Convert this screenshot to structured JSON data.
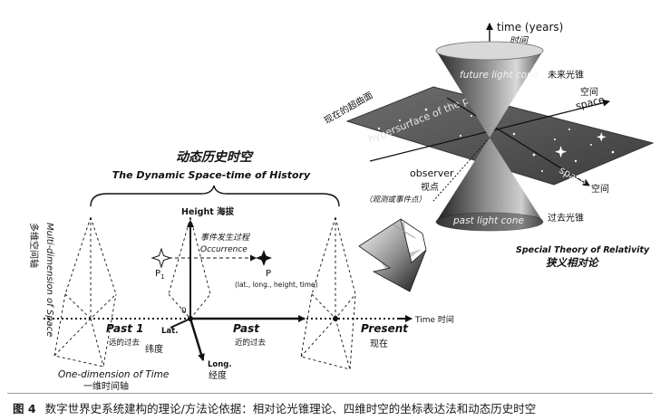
{
  "relativity": {
    "time_axis": "time (years)",
    "time_axis_cn": "时间",
    "future_cone": "future light cone",
    "future_cone_cn": "未来光锥",
    "hypersurface": "hypersurface of the present",
    "hypersurface_cn": "现在的超曲面",
    "space_right": "space",
    "space_right_cn": "空间",
    "observer": "observer",
    "observer_cn": "视点",
    "observer_note_cn": "（观测或事件点）",
    "space_front": "space",
    "space_front_cn": "空间",
    "past_cone": "past light cone",
    "past_cone_cn": "过去光锥",
    "theory_en": "Special Theory of Relativity",
    "theory_cn": "狭义相对论"
  },
  "dynamic": {
    "title_cn": "动态历史时空",
    "title_en": "The Dynamic Space-time of History",
    "height_label": "Height 海拔",
    "occurrence_cn": "事件发生过程",
    "occurrence_en": "Occurrence",
    "p1_label": "P",
    "p1_sub": "1",
    "p_label": "P",
    "p_coords": "(lat., long., height, time)",
    "multi_dim_en": "Multi-dimension of Space",
    "multi_dim_cn": "多维空间轴",
    "origin": "0",
    "past1_en": "Past 1",
    "past1_cn": "远的过去",
    "lat_en": "Lat.",
    "lat_cn": "纬度",
    "past_en": "Past",
    "past_cn": "近的过去",
    "present_en": "Present",
    "present_cn": "现在",
    "time_axis": "Time 时间",
    "long_en": "Long.",
    "long_cn": "经度",
    "one_dim_en": "One-dimension of Time",
    "one_dim_cn": "一维时间轴"
  },
  "caption": {
    "figure_no": "图 4",
    "text": "数字世界史系统建构的理论/方法论依据：相对论光锥理论、四维时空的坐标表达法和动态历史时空"
  }
}
